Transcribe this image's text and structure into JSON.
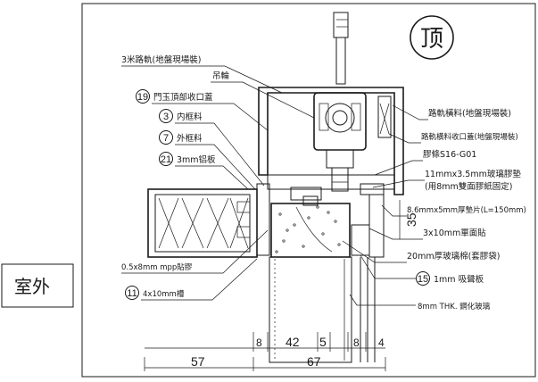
{
  "top_mark": "顶",
  "side_label": "室外",
  "labels": {
    "rail": "3米路軌(地盤現場裝)",
    "hanging_wheel": "吊輪",
    "door_top_cap": "門玉頂部收口蓋",
    "inner_frame": "内框料",
    "outer_frame": "外框料",
    "aluminium_plate": "3mm铝板",
    "mpp_tape": "0.5x8mm mpp貼膠",
    "groove": "4x10mm槽",
    "rail_bracket": "路軌橫料(地盤現場裝)",
    "rail_bracket_cap": "路軌橫料收口蓋(地盤現場裝)",
    "sealant": "膠條S16-G01",
    "glass_gasket": "11mmx3.5mm玻璃膠墊",
    "glass_gasket_note": "(用8mm雙面膠紙固定)",
    "pad": "8.6mmx5mm厚墊片(L=150mm)",
    "single_face_tape": "3x10mm單面貼",
    "glass_wool": "20mm厚玻璃棉(套膠袋)",
    "sound_board": "1mm 吸聲板",
    "glass": "8mm THK. 鋼化玻璃"
  },
  "callout_numbers": {
    "door_top_cap": "19",
    "inner_frame": "3",
    "outer_frame": "7",
    "aluminium_plate": "21",
    "groove": "11",
    "sound_board": "15"
  },
  "dimensions": {
    "d8a": "8",
    "d42": "42",
    "d5": "5",
    "d8b": "8",
    "d4": "4",
    "d57": "57",
    "d67": "67",
    "d35": "35"
  }
}
